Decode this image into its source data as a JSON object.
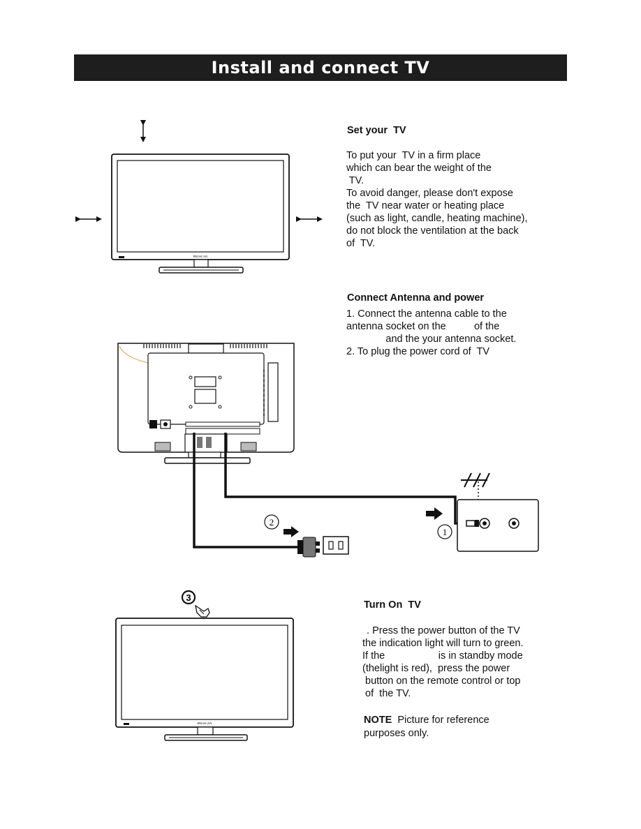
{
  "banner": {
    "title": "Install and connect  TV"
  },
  "tv_brand": "PROSCAN",
  "section_set": {
    "heading": "Set your  TV",
    "lines": [
      "To put your  TV in a firm place",
      "which can bear the weight of the",
      " TV.",
      "To avoid danger, please don't expose",
      "the  TV near water or heating place",
      "(such as light, candle, heating machine),",
      "do not block the ventilation at the back",
      "of  TV."
    ]
  },
  "section_connect": {
    "heading": "Connect Antenna and power",
    "lines": [
      "1. Connect the antenna cable to the",
      "antenna socket on the          of the",
      "              and the your antenna socket.",
      "2. To plug the power cord of  TV"
    ],
    "callout_1": "1",
    "callout_2": "2"
  },
  "section_turnon": {
    "heading": "Turn On  TV",
    "callout_3": "3",
    "lines": [
      " . Press the power button of the TV",
      "the indication light will turn to green.",
      "If the                   is in standby mode",
      "(thelight is red),  press the power",
      " button on the remote control or top",
      " of  the TV."
    ],
    "note_label": "NOTE",
    "note_text": "  Picture for reference",
    "note_line2": "purposes only."
  }
}
